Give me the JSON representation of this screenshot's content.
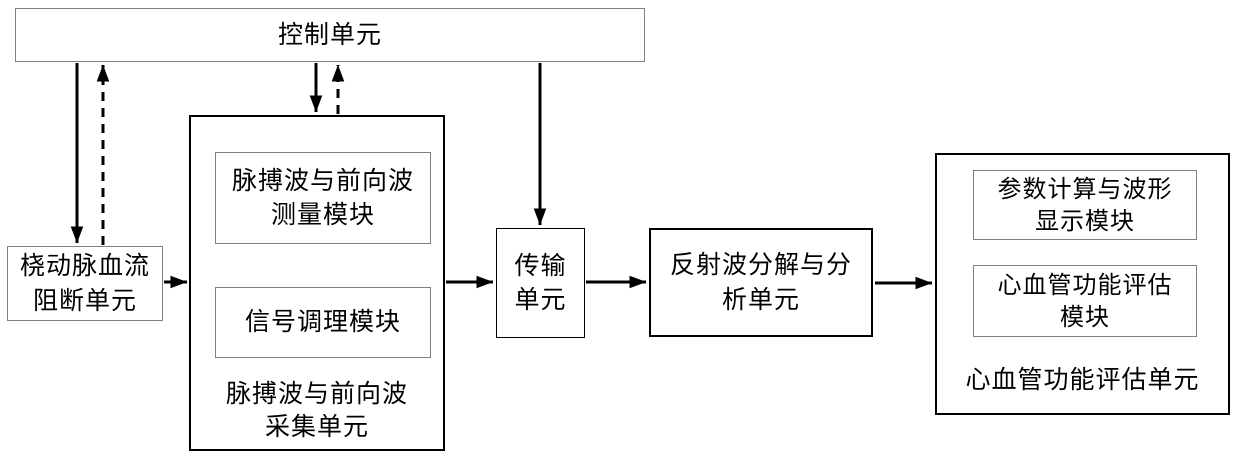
{
  "figure": {
    "type": "block-diagram",
    "background": "#ffffff"
  },
  "colors": {
    "thin_box_border": "#808080",
    "thick_box_border": "#000000",
    "arrow": "#000000",
    "text": "#000000"
  },
  "units": {
    "control": {
      "label": "控制单元"
    },
    "occlusion": {
      "lines": [
        "桡动脉血流",
        "阻断单元"
      ]
    },
    "collection": {
      "measurement_module": {
        "lines": [
          "脉搏波与前向波",
          "测量模块"
        ]
      },
      "signal_module": {
        "label": "信号调理模块"
      },
      "caption": {
        "lines": [
          "脉搏波与前向波",
          "采集单元"
        ]
      }
    },
    "transmission": {
      "lines": [
        "传输",
        "单元"
      ]
    },
    "reflection": {
      "lines": [
        "反射波分解与分",
        "析单元"
      ]
    },
    "evaluation": {
      "param_module": {
        "lines": [
          "参数计算与波形",
          "显示模块"
        ]
      },
      "eval_module": {
        "lines": [
          "心血管功能评估",
          "模块"
        ]
      },
      "caption": {
        "label": "心血管功能评估单元"
      }
    }
  },
  "connections": [
    {
      "from": "control-unit",
      "to": "occlusion-unit",
      "style": "solid",
      "direction": "down"
    },
    {
      "from": "occlusion-unit",
      "to": "control-unit",
      "style": "dashed",
      "direction": "up"
    },
    {
      "from": "control-unit",
      "to": "collection-unit",
      "style": "solid",
      "direction": "down"
    },
    {
      "from": "collection-unit",
      "to": "control-unit",
      "style": "dashed",
      "direction": "up"
    },
    {
      "from": "control-unit",
      "to": "transmission-unit",
      "style": "solid",
      "direction": "down"
    },
    {
      "from": "occlusion-unit",
      "to": "collection-unit",
      "style": "solid",
      "direction": "right"
    },
    {
      "from": "measurement-module",
      "to": "signal-module",
      "style": "solid",
      "direction": "down"
    },
    {
      "from": "collection-unit",
      "to": "transmission-unit",
      "style": "solid",
      "direction": "right"
    },
    {
      "from": "transmission-unit",
      "to": "reflection-unit",
      "style": "solid",
      "direction": "right"
    },
    {
      "from": "reflection-unit",
      "to": "evaluation-unit",
      "style": "solid",
      "direction": "right"
    },
    {
      "from": "param-module",
      "to": "eval-module",
      "style": "solid",
      "direction": "down"
    }
  ]
}
